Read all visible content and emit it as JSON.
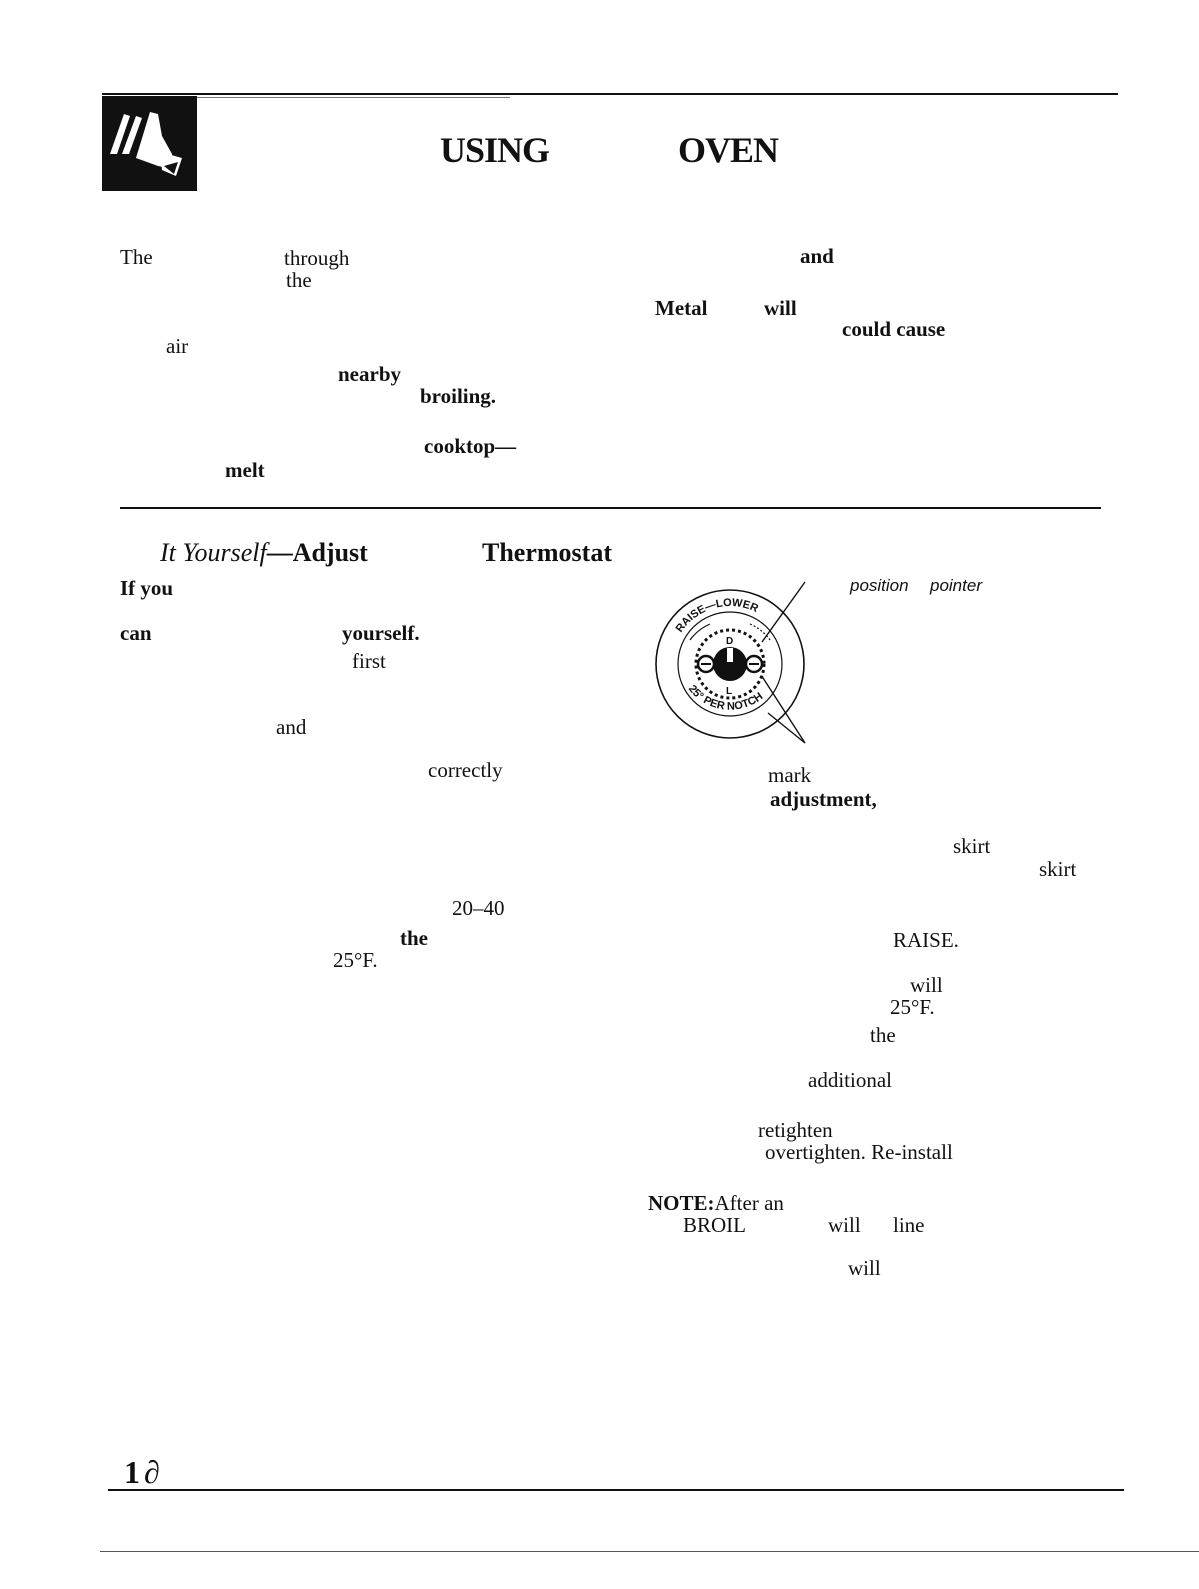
{
  "header": {
    "title_word_1": "USING",
    "title_word_2": "OVEN"
  },
  "top_left_text": {
    "line1_a": "The",
    "line1_b": "through",
    "line2": "the",
    "line3": "air",
    "line4": "nearby",
    "line5": "broiling.",
    "line6": "cooktop—",
    "line7": "melt"
  },
  "top_right_text": {
    "line1": "and",
    "line2_a": "Metal",
    "line2_b": "will",
    "line3": "could cause"
  },
  "section": {
    "heading_a": "It Yourself",
    "heading_b": "—Adjust",
    "heading_c": "Thermostat"
  },
  "left_column": {
    "w1": "If you",
    "w2": "can",
    "w3": "yourself.",
    "w4": "first",
    "w5": "and",
    "w6": "correctly",
    "w7": "20–40",
    "w8": "the",
    "w9": "25°F."
  },
  "dial_figure": {
    "label_position": "position",
    "label_pointer": "pointer",
    "ring_top": "RAISE—LOWER",
    "ring_bottom": "25° PER NOTCH",
    "mark_d": "D",
    "mark_l": "L"
  },
  "right_column": {
    "w1": "mark",
    "w2": "adjustment,",
    "w3": "skirt",
    "w4": "skirt",
    "w5": "RAISE.",
    "w6": "will",
    "w7": "25°F.",
    "w8": "the",
    "w9": "additional",
    "w10": "retighten",
    "w11": "overtighten. Re-install",
    "note_label": "NOTE:",
    "note_a": "After an",
    "note_b": "BROIL",
    "note_c": "will",
    "note_d": "line",
    "note_e": "will"
  },
  "footer": {
    "page_number": "1∂"
  }
}
